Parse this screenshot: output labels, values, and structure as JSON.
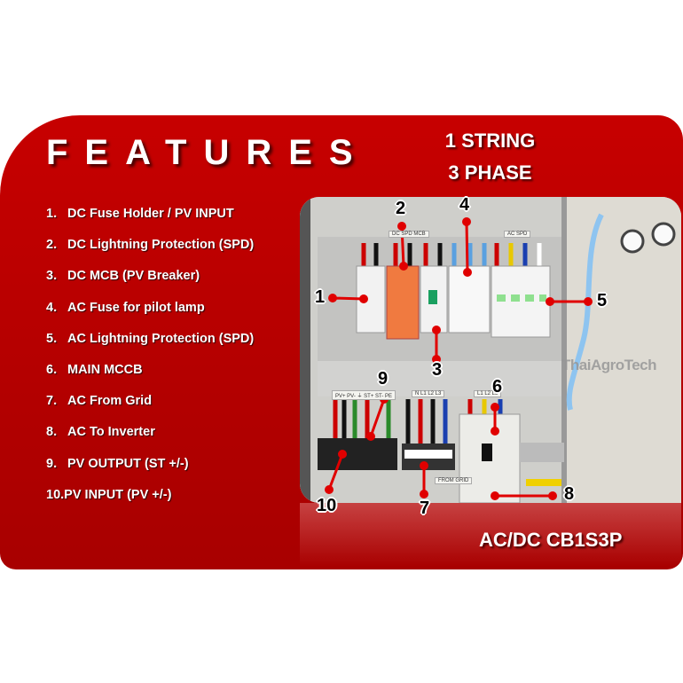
{
  "header": {
    "title": "FEATURES",
    "line1": "1 STRING",
    "line2": "3 PHASE"
  },
  "features": [
    {
      "num": "1.",
      "label": "DC Fuse Holder / PV INPUT"
    },
    {
      "num": "2.",
      "label": "DC Lightning Protection (SPD)"
    },
    {
      "num": "3.",
      "label": "DC MCB (PV Breaker)"
    },
    {
      "num": "4.",
      "label": "AC Fuse for pilot lamp"
    },
    {
      "num": "5.",
      "label": "AC Lightning Protection (SPD)"
    },
    {
      "num": "6.",
      "label": "MAIN MCCB"
    },
    {
      "num": "7.",
      "label": "AC From Grid"
    },
    {
      "num": "8.",
      "label": "AC To Inverter"
    },
    {
      "num": "9.",
      "label": "PV OUTPUT (ST +/-)"
    },
    {
      "num": "10.",
      "label": "PV INPUT (PV +/-)"
    }
  ],
  "photo": {
    "markers": [
      "1",
      "2",
      "3",
      "4",
      "5",
      "6",
      "7",
      "8",
      "9",
      "10"
    ],
    "panel_labels": {
      "dc": "DC SPD MCB",
      "ac_spd": "AC SPD",
      "pv_terminals": "PV+ PV- ⏚ ST+ ST- PE",
      "grid_terminals": "N L1 L2 L3",
      "mccb": "L1 L2 L3",
      "from_grid": "FROM GRID"
    },
    "watermark": "ThaiAgroTech"
  },
  "model": "AC/DC CB1S3P",
  "colors": {
    "brand_red": "#c00000",
    "marker_red": "#e00000"
  }
}
